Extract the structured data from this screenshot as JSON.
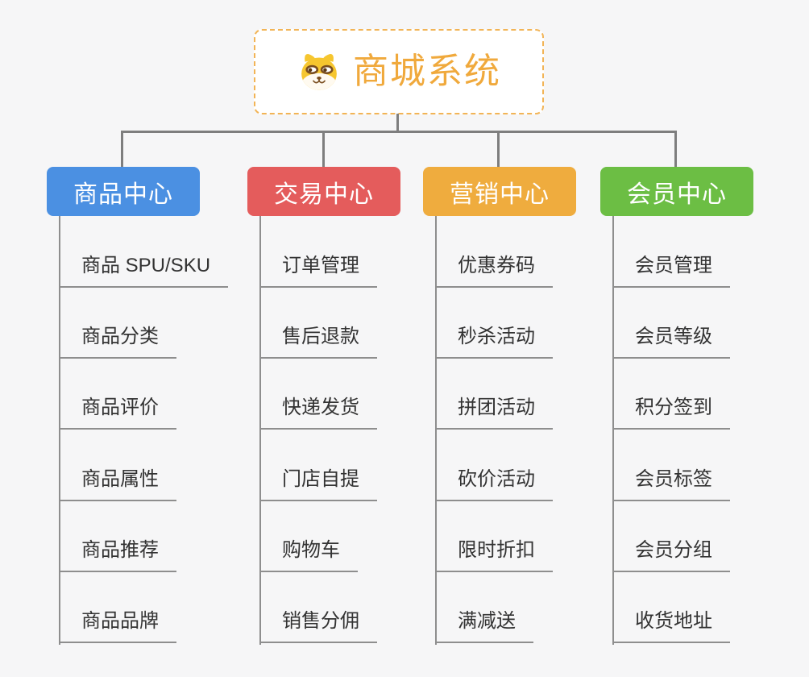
{
  "root": {
    "title": "商城系统",
    "icon": "dog-face-icon"
  },
  "branches": [
    {
      "label": "商品中心",
      "color": "#4b90e2",
      "items": [
        "商品 SPU/SKU",
        "商品分类",
        "商品评价",
        "商品属性",
        "商品推荐",
        "商品品牌"
      ]
    },
    {
      "label": "交易中心",
      "color": "#e45c5c",
      "items": [
        "订单管理",
        "售后退款",
        "快递发货",
        "门店自提",
        "购物车",
        "销售分佣"
      ]
    },
    {
      "label": "营销中心",
      "color": "#efac3e",
      "items": [
        "优惠券码",
        "秒杀活动",
        "拼团活动",
        "砍价活动",
        "限时折扣",
        "满减送"
      ]
    },
    {
      "label": "会员中心",
      "color": "#6cbe44",
      "items": [
        "会员管理",
        "会员等级",
        "积分签到",
        "会员标签",
        "会员分组",
        "收货地址"
      ]
    }
  ],
  "palette": {
    "background": "#f6f6f7",
    "root_border": "#f2b456",
    "root_text": "#f0a93c",
    "connector_line": "#7e7e7e",
    "leaf_line": "#8e8e8e",
    "leaf_text": "#333333"
  }
}
